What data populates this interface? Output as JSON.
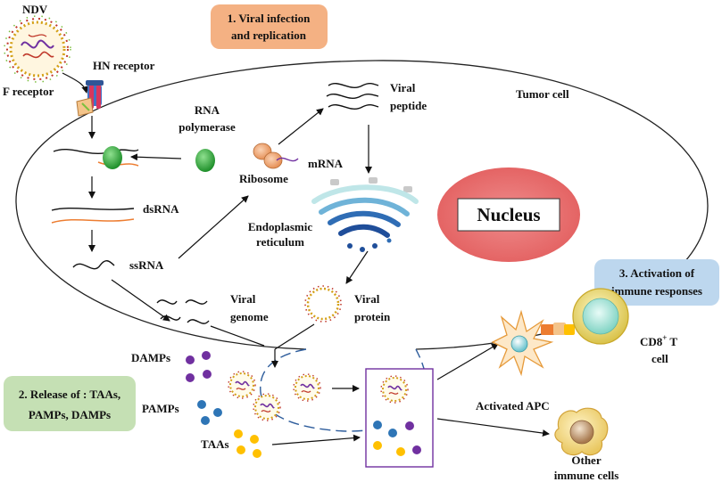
{
  "labels": {
    "ndv": "NDV",
    "hn_receptor": "HN receptor",
    "f_receptor": "F receptor",
    "tumor_cell": "Tumor cell",
    "rna_polymerase_1": "RNA",
    "rna_polymerase_2": "polymerase",
    "ribosome": "Ribosome",
    "mrna": "mRNA",
    "viral_peptide_1": "Viral",
    "viral_peptide_2": "peptide",
    "dsrna": "dsRNA",
    "ssrna": "ssRNA",
    "er_1": "Endoplasmic",
    "er_2": "reticulum",
    "nucleus": "Nucleus",
    "viral_genome_1": "Viral",
    "viral_genome_2": "genome",
    "viral_protein_1": "Viral",
    "viral_protein_2": "protein",
    "damps": "DAMPs",
    "pamps": "PAMPs",
    "taas": "TAAs",
    "activated_apc": "Activated APC",
    "cd8_1": "CD8",
    "cd8_sup": "+",
    "cd8_2": " T",
    "cd8_3": "cell",
    "other_1": "Other",
    "other_2": "immune cells"
  },
  "steps": {
    "step1_line1": "1. Viral infection",
    "step1_line2": "and replication",
    "step2_line1": "2. Release of : TAAs,",
    "step2_line2": "PAMPs, DAMPs",
    "step3_line1": "3. Activation of",
    "step3_line2": "immune responses"
  },
  "colors": {
    "step1_box": "#f4b183",
    "step2_box": "#c5e0b4",
    "step3_box": "#bdd7ee",
    "nucleus": "#e86b6b",
    "damps_dot": "#7030a0",
    "pamps_dot": "#2e75b6",
    "taas_dot": "#ffc000",
    "polymerase": "#2eaa3a",
    "rna_orange": "#ed7d31",
    "box_border": "#7030a0"
  }
}
